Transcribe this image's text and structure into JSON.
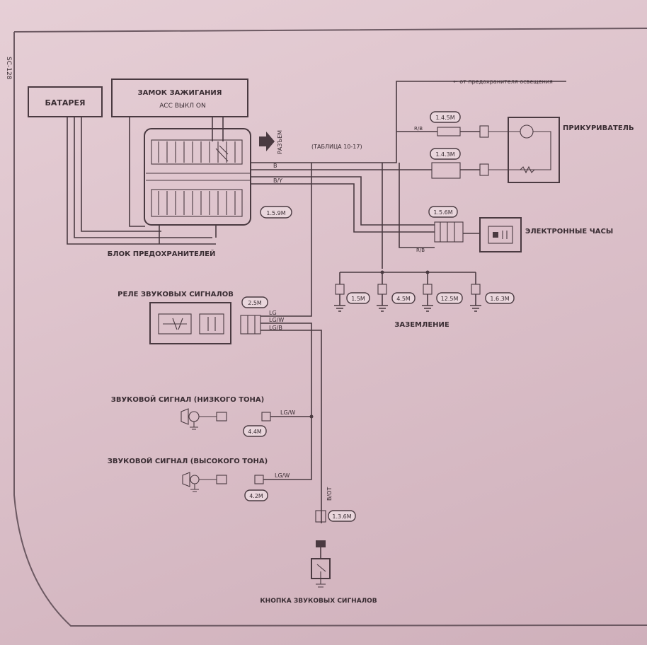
{
  "page": {
    "margin_mark": "SC-128"
  },
  "battery": {
    "label": "БАТАРЕЯ"
  },
  "ignition": {
    "label": "ЗАМОК ЗАЖИГАНИЯ",
    "positions": "ACC ВЫКЛ ON"
  },
  "fuse_block": {
    "label": "БЛОК ПРЕДОХРАНИТЕЛЕЙ",
    "arrow_text": "РАЗЪЕМ",
    "connector": "1.5.9M"
  },
  "wires": {
    "from_fuse": "(ТАБЛИЦА 10-17)",
    "lg": "LG",
    "lg_w": "LG/W",
    "lg_b": "LG/B",
    "r_b": "R/B",
    "b_g": "B",
    "b_y": "B/Y",
    "from_top": "← от предохранителя освещения"
  },
  "lighter": {
    "label": "ПРИКУРИВАТЕЛЬ",
    "connectors": [
      "1.4.5M",
      "1.4.3M"
    ]
  },
  "clock": {
    "label": "ЭЛЕКТРОННЫЕ ЧАСЫ",
    "connector": "1.5.6M"
  },
  "grounds": {
    "label": "ЗАЗЕМЛЕНИЕ",
    "connectors": [
      "1.5M",
      "4.5M",
      "12.5M",
      "1.6.3M"
    ]
  },
  "horn_relay": {
    "label": "РЕЛЕ ЗВУКОВЫХ СИГНАЛОВ",
    "connector": "2.5M"
  },
  "horn_low": {
    "label": "ЗВУКОВОЙ СИГНАЛ (НИЗКОГО ТОНА)",
    "wire": "LG/W",
    "connector": "4.4M"
  },
  "horn_high": {
    "label": "ЗВУКОВОЙ СИГНАЛ (ВЫСОКОГО ТОНА)",
    "wire": "LG/W",
    "connector": "4.2M"
  },
  "horn_button": {
    "label": "КНОПКА ЗВУКОВЫХ СИГНАЛОВ",
    "wire": "B/OT",
    "connector": "1.3.6M"
  }
}
